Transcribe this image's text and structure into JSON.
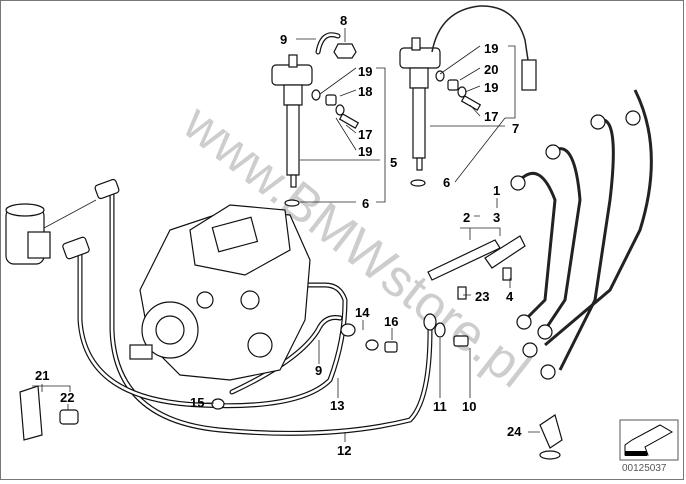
{
  "watermark": "www.BMWstore.pl",
  "document_number": "00125037",
  "callouts": {
    "c9a": "9",
    "c8": "8",
    "c19a": "19",
    "c18": "18",
    "c17a": "17",
    "c19b": "19",
    "c5": "5",
    "c6a": "6",
    "c19c": "19",
    "c20": "20",
    "c19d": "19",
    "c17b": "17",
    "c7": "7",
    "c6b": "6",
    "c1": "1",
    "c2": "2",
    "c3": "3",
    "c23": "23",
    "c4": "4",
    "c14": "14",
    "c16": "16",
    "c21": "21",
    "c22": "22",
    "c15": "15",
    "c9b": "9",
    "c13": "13",
    "c12": "12",
    "c11": "11",
    "c10": "10",
    "c24": "24"
  },
  "colors": {
    "line": "#111111",
    "watermark": "#bdbdbd",
    "frame": "#777777"
  }
}
